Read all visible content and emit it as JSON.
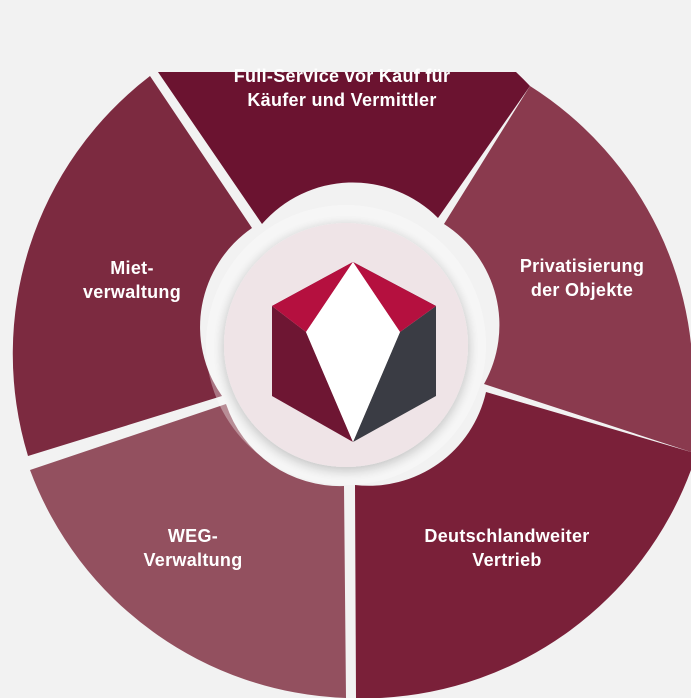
{
  "segments": [
    {
      "id": "top",
      "lines": [
        "Full-Service vor Kauf für",
        "Käufer und Vermittler"
      ],
      "color": "#6b1330"
    },
    {
      "id": "right",
      "lines": [
        "Privatisierung",
        "der Objekte"
      ],
      "color": "#8a3a4e"
    },
    {
      "id": "bottom-right",
      "lines": [
        "Deutschlandweiter",
        "Vertrieb"
      ],
      "color": "#7a2039"
    },
    {
      "id": "bottom-left",
      "lines": [
        "WEG-",
        "Verwaltung"
      ],
      "color": "#93505f"
    },
    {
      "id": "left",
      "lines": [
        "Miet-",
        "verwaltung"
      ],
      "color": "#7c2a40"
    }
  ],
  "logo": {
    "colors": {
      "crimson": "#b5103f",
      "maroon": "#6e1633",
      "slate": "#3a3c44",
      "white": "#ffffff"
    }
  },
  "hub_color": "#efe3e6"
}
